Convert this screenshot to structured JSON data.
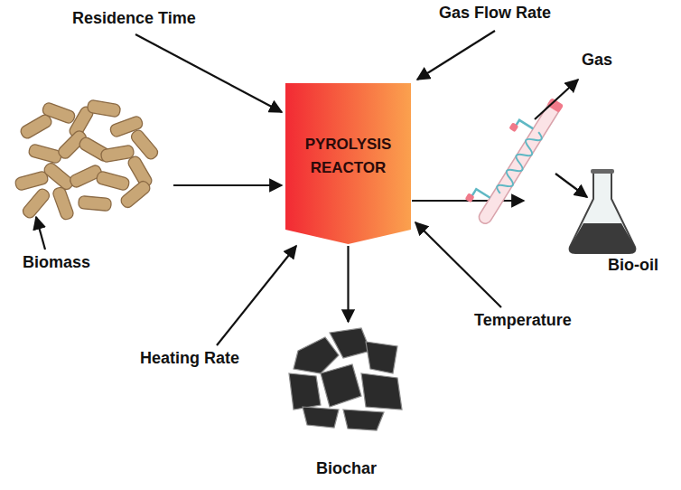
{
  "diagram": {
    "nodes": [
      {
        "text": [
          "Biomass"
        ]
      },
      {
        "text": [
          "PYROLYSIS REACTOR"
        ]
      },
      {
        "text": [
          "Bio-oil"
        ]
      },
      {
        "text": [
          "Biochar"
        ]
      }
    ],
    "edges": [
      {
        "from": 0,
        "to": 1,
        "arrow": "to"
      },
      {
        "from": 1,
        "to": 3,
        "arrow": "to"
      }
    ],
    "labels": [
      "Residence Time",
      "Gas Flow Rate",
      "Gas",
      "Temperature",
      "Heating Rate"
    ]
  }
}
